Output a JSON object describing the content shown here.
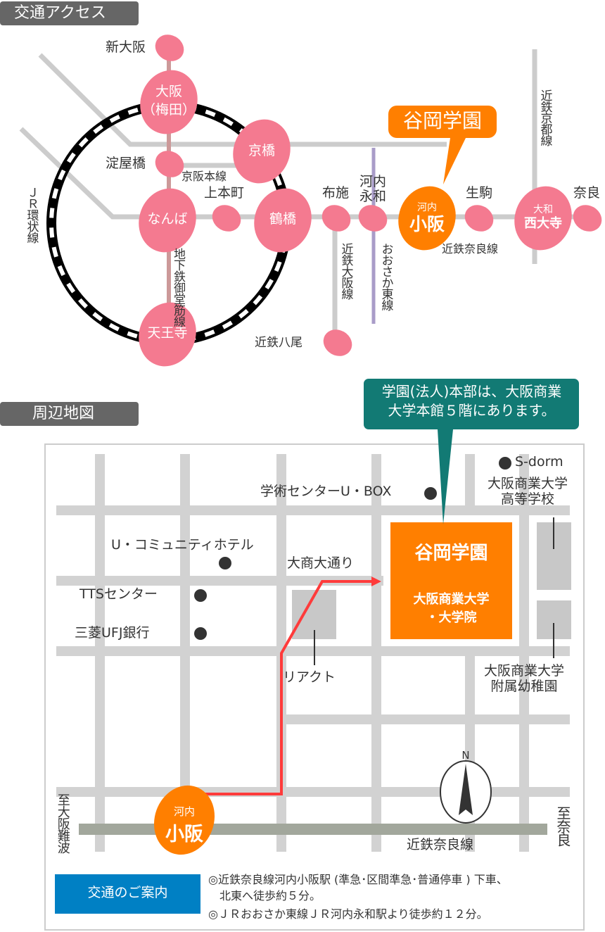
{
  "headers": {
    "access": "交通アクセス",
    "map": "周辺地図"
  },
  "colors": {
    "station": "#f47a90",
    "highlight": "#ff7f00",
    "callout": "#127a74",
    "route": "#ff3b3b",
    "info": "#0080c4"
  },
  "route_map": {
    "stations": {
      "shin_osaka": "新大阪",
      "osaka": "大阪",
      "umeda": "（梅田）",
      "kyobashi": "京橋",
      "yodoyabashi": "淀屋橋",
      "namba": "なんば",
      "uehommachi": "上本町",
      "tsuruhashi": "鶴橋",
      "tennoji": "天王寺",
      "fuse": "布施",
      "kawachi_eiwa": "河内\n永和",
      "kawachi_kosaka_small": "河内",
      "kawachi_kosaka": "小阪",
      "ikoma": "生駒",
      "yamato_small": "大和",
      "saidaiji": "西大寺",
      "nara": "奈良",
      "kintetsu_yao": "近鉄八尾"
    },
    "lines": {
      "keihan": "京阪本線",
      "jr_loop": "ＪＲ環状線",
      "midosuji": "地下鉄御堂筋線",
      "kintetsu_osaka": "近鉄大阪線",
      "osaka_higashi": "おおさか東線",
      "kintetsu_nara": "近鉄奈良線",
      "kintetsu_kyoto": "近鉄京都線"
    },
    "callout": "谷岡学園"
  },
  "area_map": {
    "callout": "学園(法人)本部は、大阪商業大学本館５階にあります。",
    "callout_lines": [
      "学園(法人)本部は、大阪商業",
      "大学本館５階にあります。"
    ],
    "campus": {
      "title": "谷岡学園",
      "line1": "大阪商業大学",
      "line2": "・大学院"
    },
    "landmarks": {
      "ubox": "学術センターU・BOX",
      "sdorm": "S-dorm",
      "highschool": "大阪商業大学\n高等学校",
      "hotel": "U・コミュニティホテル",
      "tts": "TTSセンター",
      "bank": "三菱UFJ銀行",
      "street": "大商大通り",
      "react": "リアクト",
      "kindergarten": "大阪商業大学\n附属幼稚園"
    },
    "station_small": "河内",
    "station": "小阪",
    "rail": "近鉄奈良線",
    "to_west": "至大阪難波",
    "to_east": "至奈良",
    "compass": "N"
  },
  "info": {
    "title": "交通のご案内",
    "lines": [
      "◎近鉄奈良線河内小阪駅 (準急･区間準急･普通停車 ) 下車、",
      "　北東へ徒歩約５分。",
      "◎ＪＲおおさか東線ＪＲ河内永和駅より徒歩約１２分。"
    ]
  }
}
